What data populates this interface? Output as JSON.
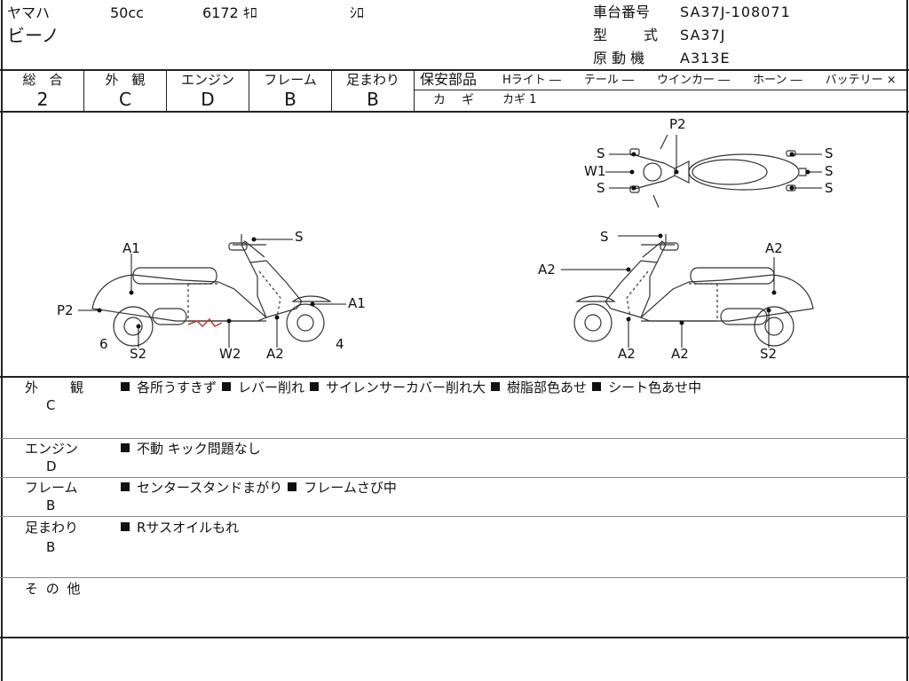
{
  "header": {
    "maker": "ヤマハ",
    "displacement": "50cc",
    "mileage": "6172 ｷﾛ",
    "color": "ｼﾛ",
    "model_name": "ビーノ",
    "frame_no_label": "車台番号",
    "frame_no": "SA37J-108071",
    "type_label": "型　　式",
    "type_value": "SA37J",
    "engine_label": "原 動 機",
    "engine_value": "A313E"
  },
  "grades": [
    {
      "label": "総　合",
      "value": "2"
    },
    {
      "label": "外　観",
      "value": "C"
    },
    {
      "label": "エンジン",
      "value": "D"
    },
    {
      "label": "フレーム",
      "value": "B"
    },
    {
      "label": "足まわり",
      "value": "B"
    }
  ],
  "safety": {
    "label": "保安部品",
    "items": "Hライト ―　　テール ―　　ウインカー ―　　ホーン ―　　バッテリー ×",
    "key_label": "カ　ギ",
    "key_value": "カギ 1"
  },
  "diagram": {
    "left_side": [
      "A1",
      "S",
      "A1",
      "P2",
      "6",
      "S2",
      "W2",
      "A2",
      "4"
    ],
    "right_side": [
      "S",
      "A2",
      "A2",
      "A2",
      "A2",
      "S2"
    ],
    "top_view": [
      "P2",
      "S",
      "W1",
      "S",
      "S",
      "S",
      "S"
    ]
  },
  "sections": [
    {
      "label": "外　　観",
      "grade": "C",
      "notes": [
        "各所うすきず",
        "レバー削れ",
        "サイレンサーカバー削れ大",
        "樹脂部色あせ",
        "シート色あせ中"
      ]
    },
    {
      "label": "エンジン",
      "grade": "D",
      "notes": [
        "不動 キック問題なし"
      ]
    },
    {
      "label": "フレーム",
      "grade": "B",
      "notes": [
        "センタースタンドまがり",
        "フレームさび中"
      ]
    },
    {
      "label": "足まわり",
      "grade": "B",
      "notes": [
        "Rサスオイルもれ"
      ]
    },
    {
      "label": "そ の 他",
      "grade": "",
      "notes": []
    }
  ],
  "colors": {
    "damage_mark": "#c0392b",
    "line": "#222222"
  }
}
